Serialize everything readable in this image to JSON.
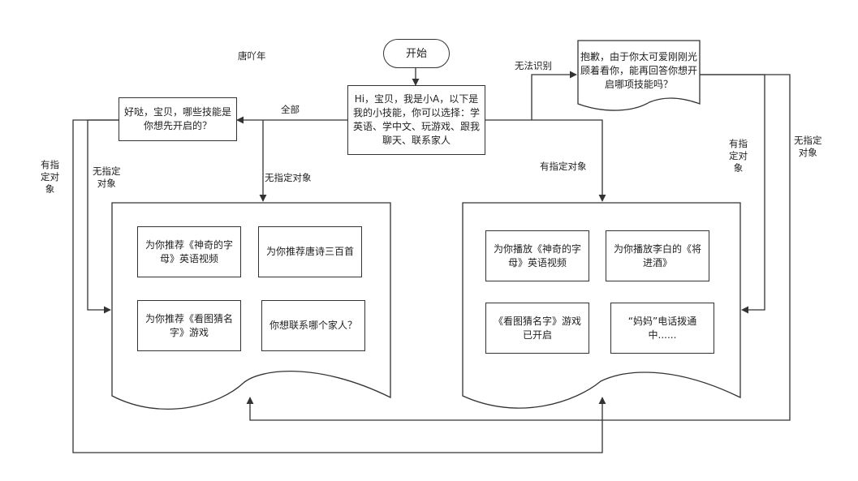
{
  "author": "唐吖年",
  "start": "开始",
  "intro": "Hi，宝贝，我是小A，以下是我的小技能，你可以选择：学英语、学中文、玩游戏、跟我聊天、联系家人",
  "left_prompt": "好哒，宝贝，哪些技能是你想先开启的？",
  "unrecognized_prompt": "抱歉，由于你太可爱刚刚光顾着看你，能再回答你想开启哪项技能吗？",
  "edge_labels": {
    "all": "全部",
    "no_target_mid": "无指定对象",
    "cannot_recognize": "无法识别",
    "has_target_mid": "有指定对象",
    "left_has_target": "有指\n定对\n象",
    "left_no_target": "无指定\n对象",
    "right_has_target": "有指\n定对\n象",
    "right_no_target": "无指定\n对象"
  },
  "left_doc": {
    "items": [
      "为你推荐《神奇的字母》英语视频",
      "为你推荐唐诗三百首",
      "为你推荐《看图猜名字》游戏",
      "你想联系哪个家人？"
    ]
  },
  "right_doc": {
    "items": [
      "为你播放《神奇的字母》英语视频",
      "为你播放李白的《将进酒》",
      "《看图猜名字》游戏已开启",
      "“妈妈”电话拨通中......"
    ]
  }
}
